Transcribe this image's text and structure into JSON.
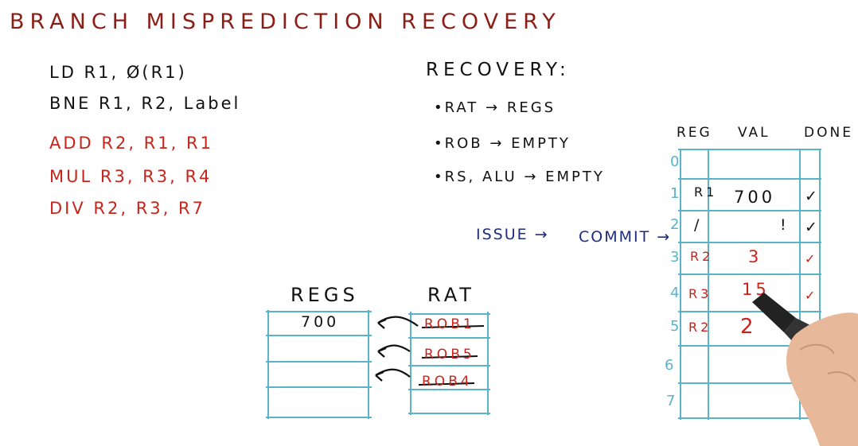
{
  "title": "BRANCH MISPREDICTION RECOVERY",
  "code": [
    {
      "text": "LD  R1, Ø(R1)",
      "color": "black"
    },
    {
      "text": "BNE  R1, R2, Label",
      "color": "black"
    },
    {
      "text": "ADD   R2, R1, R1",
      "color": "red"
    },
    {
      "text": "MUL   R3, R3, R4",
      "color": "red"
    },
    {
      "text": "DIV   R2, R3, R7",
      "color": "red"
    }
  ],
  "recovery": {
    "title": "RECOVERY:",
    "items": [
      "•RAT → REGS",
      "•ROB → EMPTY",
      "•RS, ALU → EMPTY"
    ]
  },
  "flow": {
    "issue": "ISSUE →",
    "commit": "COMMIT →"
  },
  "regs": {
    "title": "REGS",
    "rows": [
      "700",
      "",
      "",
      ""
    ]
  },
  "rat": {
    "title": "RAT",
    "rows": [
      "ROB1",
      "ROB5",
      "ROB4"
    ]
  },
  "rob": {
    "headers": [
      "REG",
      "VAL",
      "DONE"
    ],
    "rows": [
      {
        "idx": "0",
        "reg": "",
        "val": "",
        "done": ""
      },
      {
        "idx": "1",
        "reg": "R1",
        "val": "700",
        "done": "✓"
      },
      {
        "idx": "2",
        "reg": "/",
        "val": "!",
        "done": "✓"
      },
      {
        "idx": "3",
        "reg": "R2",
        "val": "3",
        "done": "✓"
      },
      {
        "idx": "4",
        "reg": "R3",
        "val": "15",
        "done": "✓"
      },
      {
        "idx": "5",
        "reg": "R2",
        "val": "2",
        "done": "✓"
      },
      {
        "idx": "6",
        "reg": "",
        "val": "",
        "done": ""
      },
      {
        "idx": "7",
        "reg": "",
        "val": "",
        "done": ""
      }
    ]
  },
  "colors": {
    "title": "#8b1e16",
    "ink": "#111111",
    "red": "#c7241b",
    "blue": "#1f2d7a",
    "grid": "#5ab3c9",
    "hand": "#e8b89a"
  }
}
